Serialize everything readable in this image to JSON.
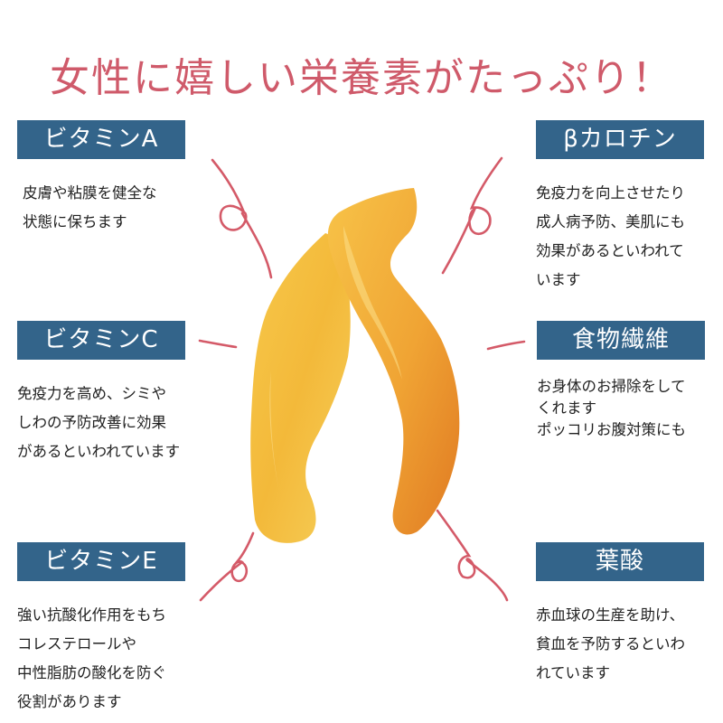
{
  "page": {
    "title": "女性に嬉しい栄養素がたっぷり！",
    "colors": {
      "title": "#cf5a6a",
      "label_bg": "#33648a",
      "label_text": "#ffffff",
      "body_text": "#222222",
      "squiggle": "#d45a68"
    }
  },
  "nutrients": {
    "vitamin_a": {
      "label": "ビタミンA",
      "lines": [
        "皮膚や粘膜を健全な",
        "状態に保ちます"
      ]
    },
    "vitamin_c": {
      "label": "ビタミンC",
      "lines": [
        "免疫力を高め、シミや",
        "しわの予防改善に効果",
        "があるといわれています"
      ]
    },
    "vitamin_e": {
      "label": "ビタミンE",
      "lines": [
        "強い抗酸化作用をもち",
        "コレステロールや",
        "中性脂肪の酸化を防ぐ",
        "役割があります"
      ]
    },
    "beta_carotene": {
      "label": "βカロチン",
      "lines": [
        "免疫力を向上させたり",
        "成人病予防、美肌にも",
        "効果があるといわれて",
        "います"
      ]
    },
    "dietary_fiber": {
      "label": "食物繊維",
      "lines": [
        "お身体のお掃除をして",
        "くれます",
        "ポッコリお腹対策にも"
      ]
    },
    "folic_acid": {
      "label": "葉酸",
      "lines": [
        "赤血球の生産を助け、",
        "貧血を予防するといわ",
        "れています"
      ]
    }
  },
  "image": {
    "subject": "dried-mango-slices"
  }
}
